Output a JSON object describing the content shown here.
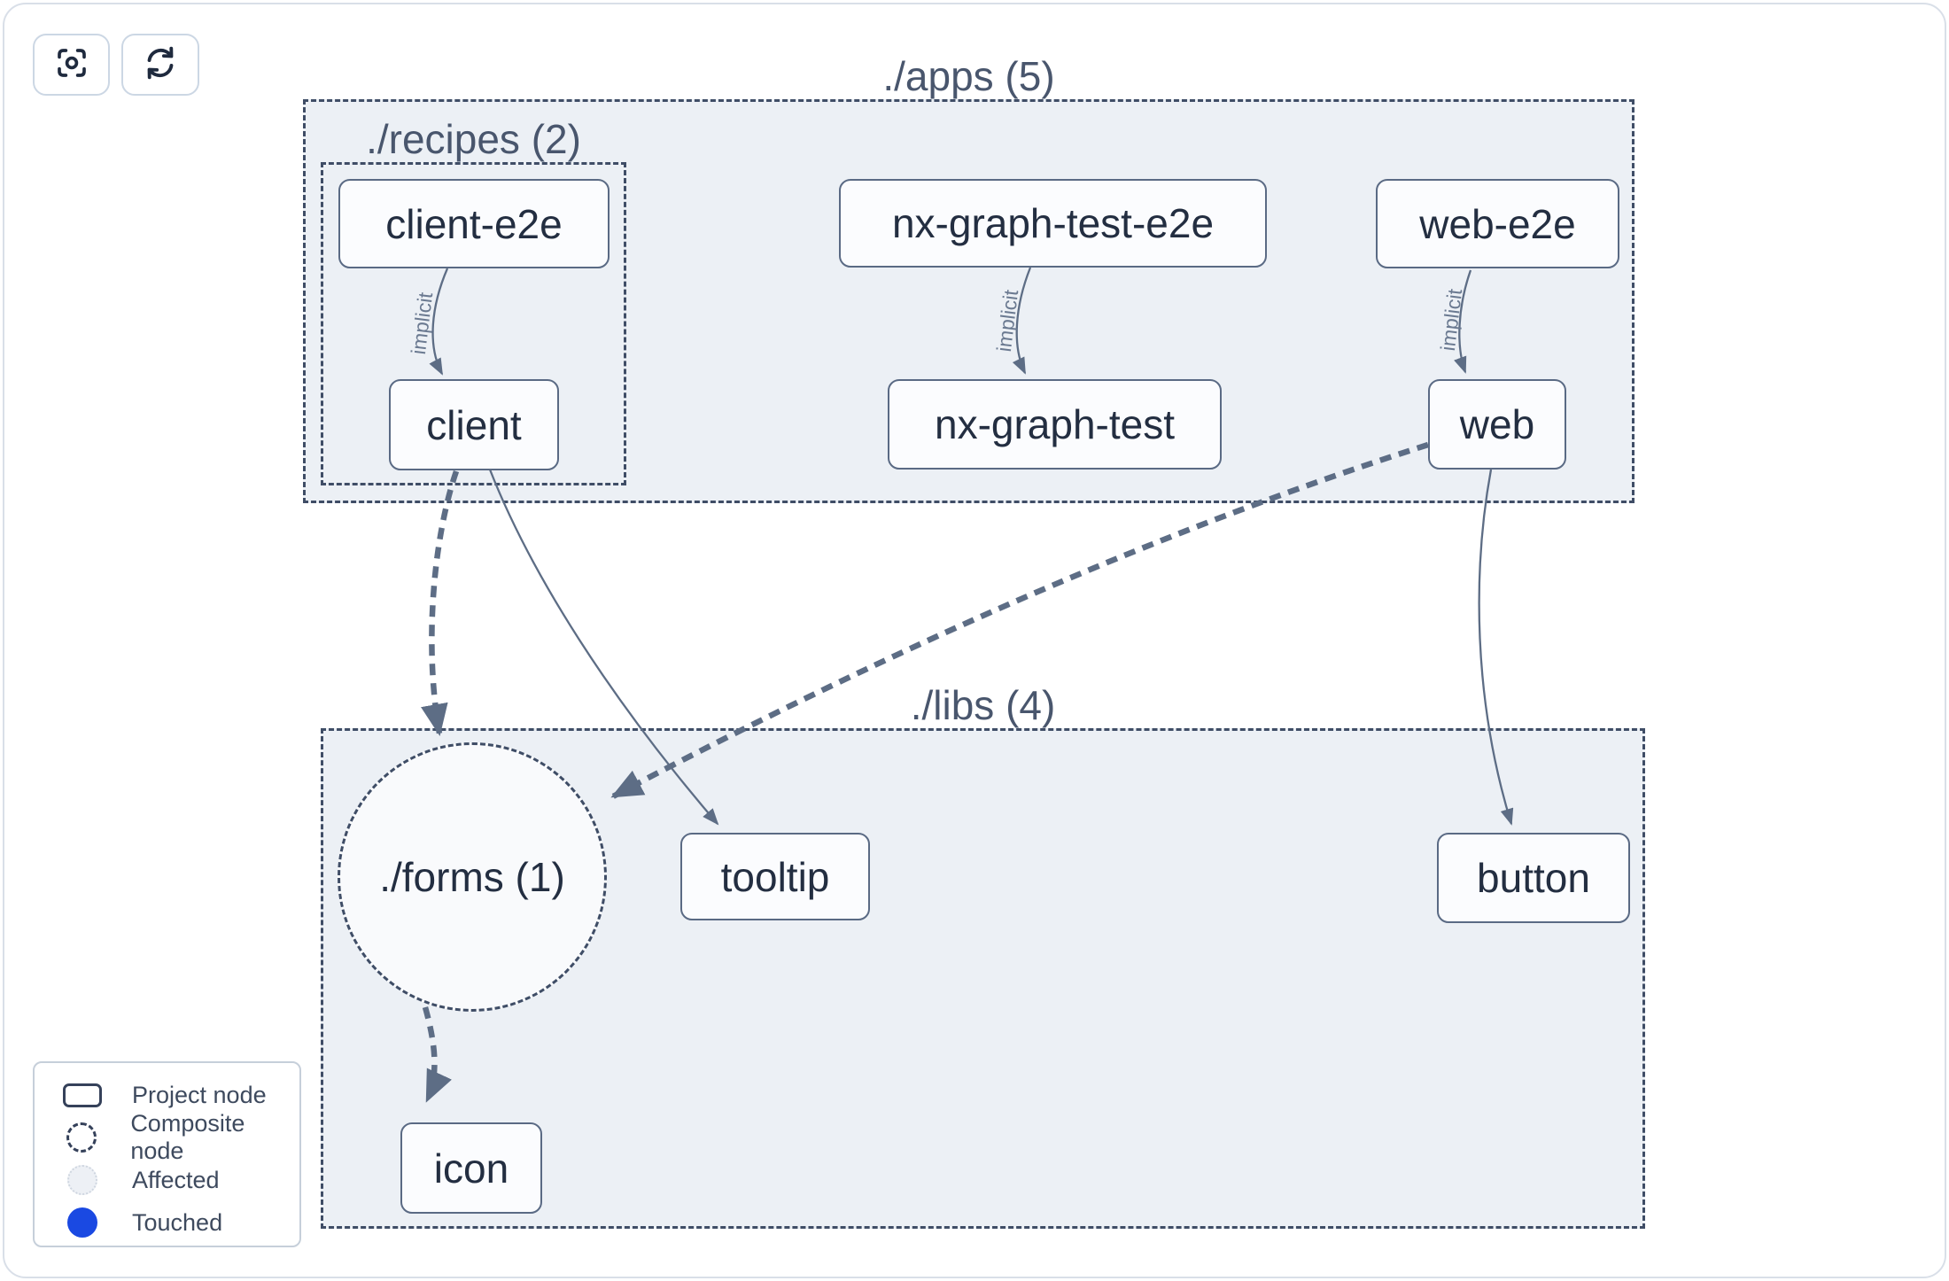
{
  "toolbar": {
    "buttons": [
      {
        "icon": "focus-viewfinder-icon",
        "action": "center-graph"
      },
      {
        "icon": "refresh-icon",
        "action": "reload-graph"
      }
    ]
  },
  "graph": {
    "groups": {
      "apps": {
        "label": "./apps (5)"
      },
      "recipes": {
        "label": "./recipes (2)"
      },
      "libs": {
        "label": "./libs (4)"
      },
      "forms": {
        "label": "./forms (1)",
        "shape": "composite-circle"
      }
    },
    "nodes": {
      "client_e2e": {
        "label": "client-e2e"
      },
      "nx_graph_test_e2e": {
        "label": "nx-graph-test-e2e"
      },
      "web_e2e": {
        "label": "web-e2e"
      },
      "client": {
        "label": "client"
      },
      "nx_graph_test": {
        "label": "nx-graph-test"
      },
      "web": {
        "label": "web"
      },
      "tooltip": {
        "label": "tooltip"
      },
      "button": {
        "label": "button"
      },
      "icon": {
        "label": "icon"
      }
    },
    "edges": [
      {
        "from": "client-e2e",
        "to": "client",
        "label": "implicit",
        "style": "thin-solid"
      },
      {
        "from": "nx-graph-test-e2e",
        "to": "nx-graph-test",
        "label": "implicit",
        "style": "thin-solid"
      },
      {
        "from": "web-e2e",
        "to": "web",
        "label": "implicit",
        "style": "thin-solid"
      },
      {
        "from": "client",
        "to": "./forms (1)",
        "label": "",
        "style": "thick-dashed"
      },
      {
        "from": "client",
        "to": "tooltip",
        "label": "",
        "style": "thin-solid"
      },
      {
        "from": "web",
        "to": "./forms (1)",
        "label": "",
        "style": "thick-dashed"
      },
      {
        "from": "web",
        "to": "button",
        "label": "",
        "style": "thin-solid"
      },
      {
        "from": "./forms (1)",
        "to": "icon",
        "label": "",
        "style": "thick-dashed"
      }
    ]
  },
  "legend": {
    "items": [
      {
        "icon": "project-node-icon",
        "label": "Project node"
      },
      {
        "icon": "composite-node-icon",
        "label": "Composite node"
      },
      {
        "icon": "affected-circle-icon",
        "label": "Affected"
      },
      {
        "icon": "touched-circle-icon",
        "label": "Touched"
      }
    ]
  },
  "colors": {
    "touched_blue": "#1a49e2",
    "affected_fill": "#edf0f5",
    "group_fill": "#ecf0f5",
    "group_border": "#3f4d66",
    "node_border": "#5a6a84",
    "node_text": "#232e41",
    "edge": "#5d6d85",
    "page_background": "#ffffff"
  }
}
